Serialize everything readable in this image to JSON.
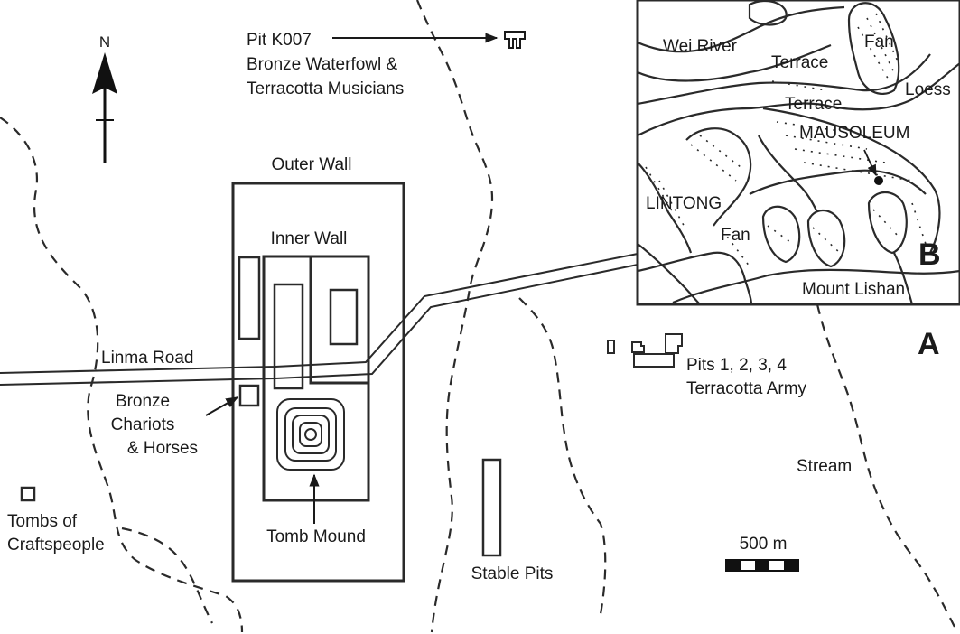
{
  "main_map": {
    "panel_letter": "A",
    "north_label": "N",
    "labels": {
      "pit_k007_line1": "Pit K007",
      "pit_k007_line2": "Bronze Waterfowl &",
      "pit_k007_line3": "Terracotta Musicians",
      "outer_wall": "Outer Wall",
      "inner_wall": "Inner Wall",
      "linma_road": "Linma Road",
      "chariots_line1": "Bronze",
      "chariots_line2": "Chariots",
      "chariots_line3": "& Horses",
      "craftspeople_line1": "Tombs of",
      "craftspeople_line2": "Craftspeople",
      "tomb_mound": "Tomb Mound",
      "stable_pits": "Stable Pits",
      "pits_line1": "Pits 1, 2, 3, 4",
      "pits_line2": "Terracotta Army",
      "stream": "Stream"
    },
    "scale_bar": {
      "label": "500 m",
      "segments": 5
    }
  },
  "inset_map": {
    "panel_letter": "B",
    "labels": {
      "wei_river": "Wei River",
      "terrace_1": "Terrace",
      "terrace_2": "Terrace",
      "fan_1": "Fan",
      "fan_2": "Fan",
      "loess": "Loess",
      "mausoleum": "MAUSOLEUM",
      "lintong": "LINTONG",
      "mount_lishan": "Mount Lishan"
    }
  }
}
